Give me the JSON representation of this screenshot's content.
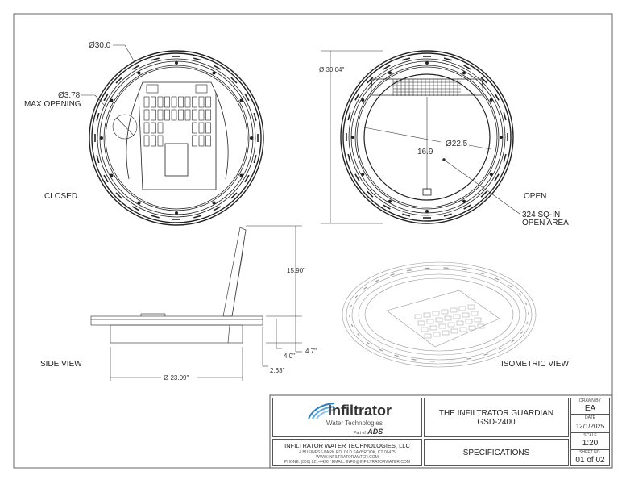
{
  "views": {
    "closed": {
      "label": "CLOSED",
      "outer_diameter": "Ø30.0",
      "max_opening_dim": "Ø3.78",
      "max_opening_label": "MAX OPENING"
    },
    "open": {
      "label": "OPEN",
      "outer_diameter": "Ø 30.04\"",
      "inner_diameter": "Ø22.5",
      "depth": "16.9",
      "area_line1": "324 SQ-IN",
      "area_line2": "OPEN AREA"
    },
    "side": {
      "label": "SIDE VIEW",
      "height": "15.90\"",
      "dim_a": "4.7\"",
      "dim_b": "4.0\"",
      "dim_c": "2.63\"",
      "base_diameter": "Ø 23.09\""
    },
    "isometric": {
      "label": "ISOMETRIC VIEW"
    }
  },
  "title_block": {
    "logo": {
      "brand": "Infiltrator",
      "subtitle": "Water Technologies",
      "part_of": "Part of",
      "parent": "ADS"
    },
    "company": {
      "name": "INFILTRATOR WATER TECHNOLOGIES, LLC",
      "address": "4 BUSINESS PARK RD, OLD SAYBROOK, CT 06475",
      "website": "WWW.INFILTRATORWATER.COM",
      "contact": "PHONE: (800) 221-4436 / EMAIL: INFO@INFILTRATORWATER.COM"
    },
    "title_line1": "THE INFILTRATOR GUARDIAN",
    "title_line2": "GSD-2400",
    "subject": "SPECIFICATIONS",
    "drawn_by_label": "DRAWN BY",
    "drawn_by": "EA",
    "date_label": "DATE",
    "date": "12/1/2025",
    "scale_label": "SCALE",
    "scale": "1:20",
    "sheet_label": "SHEET NO.",
    "sheet": "01 of 02"
  },
  "colors": {
    "line": "#222222",
    "iso_line": "#9a9a9a",
    "logo_blue": "#2a7fc1"
  }
}
